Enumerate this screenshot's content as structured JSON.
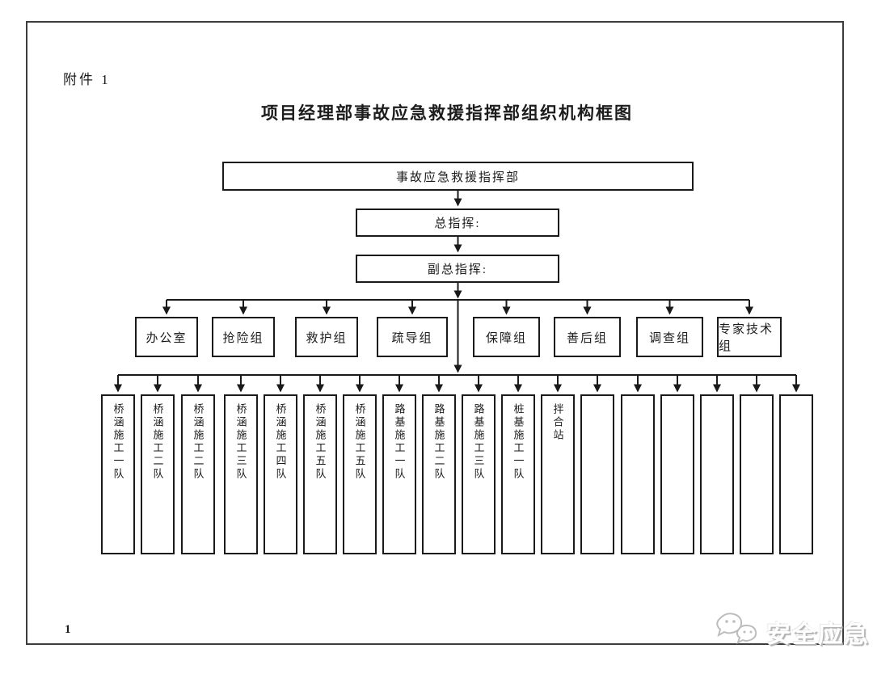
{
  "document": {
    "attachment_label": "附件 1",
    "title": "项目经理部事故应急救援指挥部组织机构框图",
    "page_number": "1"
  },
  "org_chart": {
    "type": "org-tree",
    "root": "事故应急救援指挥部",
    "commander": "总指挥:",
    "deputy_commander": "副总指挥:",
    "groups": [
      "办公室",
      "抢险组",
      "救护组",
      "疏导组",
      "保障组",
      "善后组",
      "调查组",
      "专家技术组"
    ],
    "teams": [
      "桥涵施工一队",
      "桥涵施工二队",
      "桥涵施工二队",
      "桥涵施工三队",
      "桥涵施工四队",
      "桥涵施工五队",
      "桥涵施工五队",
      "路基施工一队",
      "路基施工二队",
      "路基施工三队",
      "桩基施工一队",
      "拌合站",
      "",
      "",
      "",
      "",
      "",
      ""
    ]
  },
  "watermark": {
    "text": "安全应急",
    "icon": "wechat-chat-bubbles-icon"
  },
  "colors": {
    "line": "#1a1a1a",
    "page_border": "#3c3c3c",
    "background": "#ffffff",
    "watermark_text": "#ffffff"
  }
}
